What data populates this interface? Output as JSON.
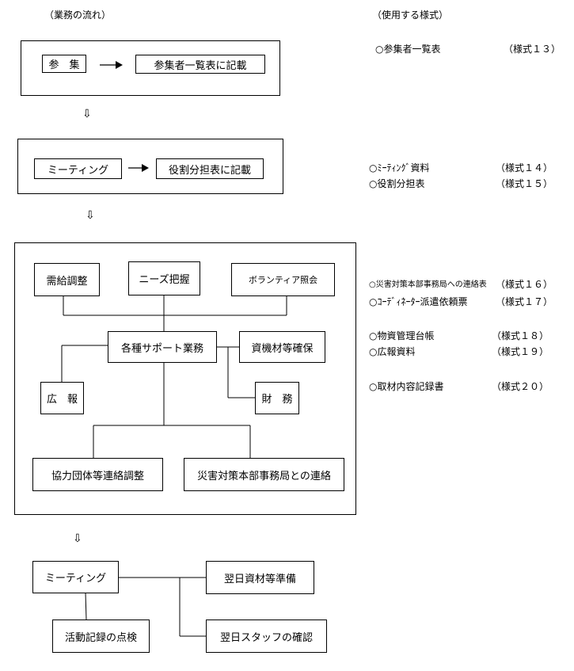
{
  "headers": {
    "flow": "（業務の流れ）",
    "forms": "（使用する様式）"
  },
  "section1": {
    "box_a": "参　集",
    "box_b": "参集者一覧表に記載"
  },
  "section2": {
    "box_a": "ミーティング",
    "box_b": "役割分担表に記載"
  },
  "section3": {
    "supply": "需給調整",
    "needs": "ニーズ把握",
    "volunteer": "ボランティア照会",
    "support": "各種サポート業務",
    "materials": "資機材等確保",
    "pr": "広　報",
    "finance": "財　務",
    "coop": "協力団体等連絡調整",
    "hq": "災害対策本部事務局との連絡"
  },
  "section4": {
    "meeting": "ミーティング",
    "prep": "翌日資材等準備",
    "record": "活動記録の点検",
    "staff": "翌日スタッフの確認"
  },
  "down_arrow": "⇩",
  "forms": [
    {
      "label": "○参集者一覧表",
      "num": "（様式１３）"
    },
    {
      "label": "○ﾐｰﾃｨﾝｸﾞ資料",
      "num": "（様式１４）"
    },
    {
      "label": "○役割分担表",
      "num": "（様式１５）"
    },
    {
      "label": "○災害対策本部事務局への連絡表",
      "num": "（様式１６）"
    },
    {
      "label": "○ｺｰﾃﾞｨﾈｰﾀｰ派遣依頼票",
      "num": "（様式１７）"
    },
    {
      "label": "○物資管理台帳",
      "num": "（様式１８）"
    },
    {
      "label": "○広報資料",
      "num": "（様式１９）"
    },
    {
      "label": "○取材内容記録書",
      "num": "（様式２０）"
    }
  ]
}
